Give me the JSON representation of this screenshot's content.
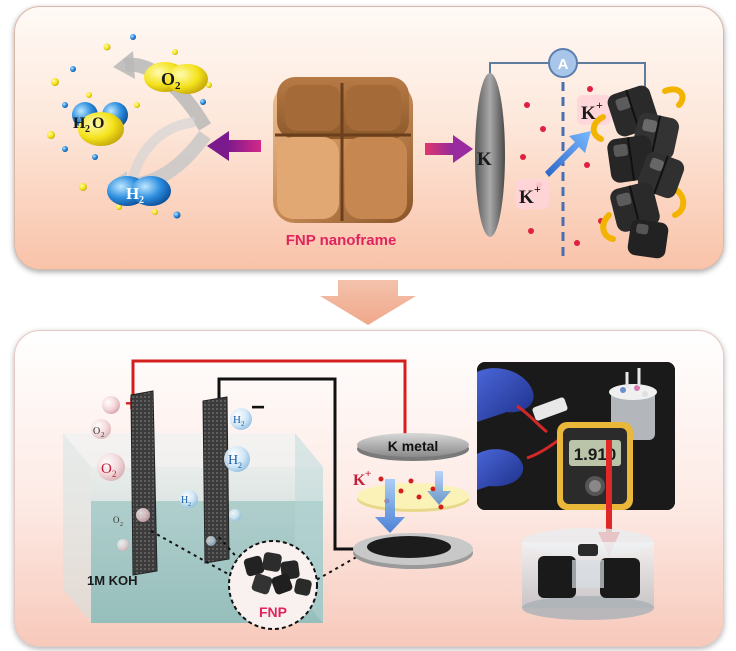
{
  "top": {
    "o2": "O",
    "o2_sub": "2",
    "h2o_h": "H",
    "h2o_sub": "2",
    "h2o_o": "O",
    "h2": "H",
    "h2_sub": "2",
    "nanoframe_label": "FNP nanoframe",
    "k_label": "K",
    "ammeter": "A",
    "kplus_top": "K",
    "kplus_bottom": "K",
    "plus": "+"
  },
  "bottom": {
    "plus_sign": "+",
    "minus_sign": "−",
    "o2_small": "O",
    "o2_small_sub": "2",
    "o2_big": "O",
    "o2_big_sub": "2",
    "o2_low": "O",
    "o2_low_sub": "2",
    "h2_small": "H",
    "h2_small_sub": "2",
    "h2_big": "H",
    "h2_big_sub": "2",
    "h2_low": "H",
    "h2_low_sub": "2",
    "electrolyte": "1M KOH",
    "fnp_label": "FNP",
    "k_metal": "K metal",
    "kplus": "K",
    "kplus_sup": "+",
    "meter_reading": "1.910"
  },
  "colors": {
    "arrow_magenta": "#b0208c",
    "label_red": "#e0245e",
    "wire_red": "#d41f1f",
    "o2_yellow": "#f4e21a",
    "h2_blue": "#2e8fe0"
  }
}
